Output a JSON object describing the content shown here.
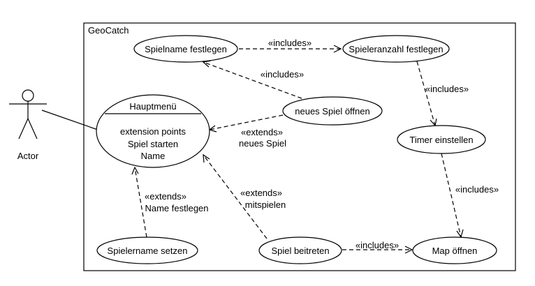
{
  "system": {
    "title": "GeoCatch"
  },
  "actor": {
    "label": "Actor"
  },
  "usecases": {
    "spielname": "Spielname festlegen",
    "spieleranzahl": "Spieleranzahl festlegen",
    "neues_spiel": "neues Spiel öffnen",
    "timer": "Timer einstellen",
    "spielername": "Spielername setzen",
    "beitreten": "Spiel beitreten",
    "map": "Map öffnen"
  },
  "hauptmenu": {
    "title": "Hauptmenü",
    "ext_header": "extension points",
    "ext_points": [
      "Spiel starten",
      "Name"
    ]
  },
  "relations": {
    "inc1": "«includes»",
    "inc2": "«includes»",
    "inc3": "«includes»",
    "inc4": "«includes»",
    "inc5": "«includes»",
    "ext1": {
      "stereotype": "«extends»",
      "point": "neues Spiel"
    },
    "ext2": {
      "stereotype": "«extends»",
      "point": "mitspielen"
    },
    "ext3": {
      "stereotype": "«extends»",
      "point": "Name festlegen"
    }
  }
}
